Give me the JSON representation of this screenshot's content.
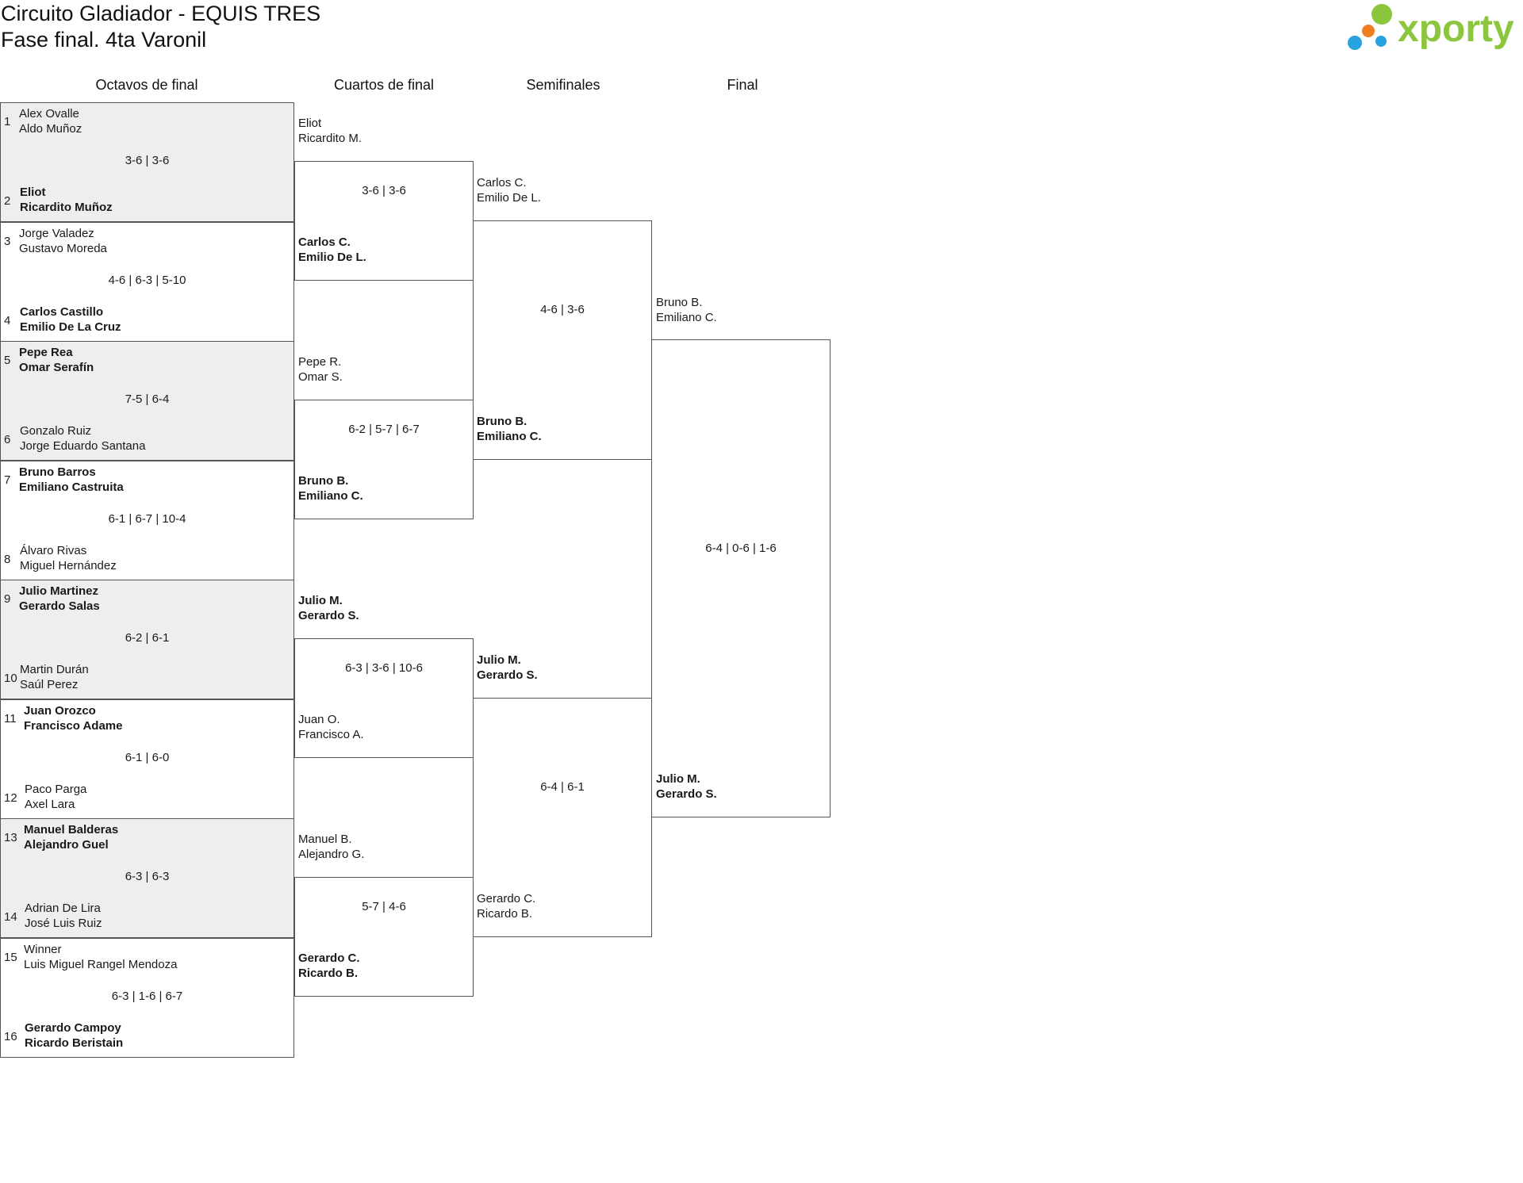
{
  "header": {
    "line1": "Circuito Gladiador - EQUIS TRES",
    "line2": "Fase final. 4ta Varonil",
    "logo_text": "xporty"
  },
  "colors": {
    "logo_green": "#8cc63e",
    "dot_blue": "#29a3e0",
    "dot_orange": "#ef7d22",
    "dot_green": "#8cc63e",
    "shade": "#eeeeee"
  },
  "rounds": [
    "Octavos de final",
    "Cuartos de final",
    "Semifinales",
    "Final"
  ],
  "octavos": [
    {
      "seed_top": "1",
      "seed_bottom": "2",
      "top": [
        "Alex Ovalle",
        "Aldo Muñoz"
      ],
      "bottom": [
        "Eliot",
        "Ricardito Muñoz"
      ],
      "winner": "bottom",
      "score": "3-6 | 3-6"
    },
    {
      "seed_top": "3",
      "seed_bottom": "4",
      "top": [
        "Jorge Valadez",
        "Gustavo Moreda"
      ],
      "bottom": [
        "Carlos Castillo",
        "Emilio De La Cruz"
      ],
      "winner": "bottom",
      "score": "4-6 | 6-3 | 5-10"
    },
    {
      "seed_top": "5",
      "seed_bottom": "6",
      "top": [
        "Pepe Rea",
        "Omar Serafín"
      ],
      "bottom": [
        "Gonzalo Ruiz",
        "Jorge Eduardo Santana"
      ],
      "winner": "top",
      "score": "7-5 | 6-4"
    },
    {
      "seed_top": "7",
      "seed_bottom": "8",
      "top": [
        "Bruno Barros",
        "Emiliano Castruita"
      ],
      "bottom": [
        "Álvaro Rivas",
        "Miguel Hernández"
      ],
      "winner": "top",
      "score": "6-1 | 6-7 | 10-4"
    },
    {
      "seed_top": "9",
      "seed_bottom": "10",
      "top": [
        "Julio Martinez",
        "Gerardo Salas"
      ],
      "bottom": [
        "Martin Durán",
        "Saúl Perez"
      ],
      "winner": "top",
      "score": "6-2 | 6-1"
    },
    {
      "seed_top": "11",
      "seed_bottom": "12",
      "top": [
        "Juan Orozco",
        "Francisco Adame"
      ],
      "bottom": [
        "Paco Parga",
        "Axel Lara"
      ],
      "winner": "top",
      "score": "6-1 | 6-0"
    },
    {
      "seed_top": "13",
      "seed_bottom": "14",
      "top": [
        "Manuel Balderas",
        "Alejandro Guel"
      ],
      "bottom": [
        "Adrian De Lira",
        "José Luis Ruiz"
      ],
      "winner": "top",
      "score": "6-3 | 6-3"
    },
    {
      "seed_top": "15",
      "seed_bottom": "16",
      "top": [
        "Winner",
        "Luis Miguel Rangel Mendoza"
      ],
      "bottom": [
        "Gerardo Campoy",
        "Ricardo Beristain"
      ],
      "winner": "bottom",
      "score": "6-3 | 1-6 | 6-7"
    }
  ],
  "cuartos": [
    {
      "top": [
        "Eliot",
        "Ricardito M."
      ],
      "bottom": [
        "Carlos C.",
        "Emilio De L."
      ],
      "winner": "bottom",
      "score": "3-6 | 3-6"
    },
    {
      "top": [
        "Pepe R.",
        "Omar S."
      ],
      "bottom": [
        "Bruno B.",
        "Emiliano C."
      ],
      "winner": "bottom",
      "score": "6-2 | 5-7 | 6-7"
    },
    {
      "top": [
        "Julio M.",
        "Gerardo S."
      ],
      "bottom": [
        "Juan O.",
        "Francisco A."
      ],
      "winner": "top",
      "score": "6-3 | 3-6 | 10-6"
    },
    {
      "top": [
        "Manuel B.",
        "Alejandro G."
      ],
      "bottom": [
        "Gerardo C.",
        "Ricardo B."
      ],
      "winner": "bottom",
      "score": "5-7 | 4-6"
    }
  ],
  "semis": [
    {
      "top": [
        "Carlos C.",
        "Emilio De L."
      ],
      "bottom": [
        "Bruno B.",
        "Emiliano C."
      ],
      "winner": "bottom",
      "score": "4-6 | 3-6"
    },
    {
      "top": [
        "Julio M.",
        "Gerardo S."
      ],
      "bottom": [
        "Gerardo C.",
        "Ricardo B."
      ],
      "winner": "top",
      "score": "6-4 | 6-1"
    }
  ],
  "final": [
    {
      "top": [
        "Bruno B.",
        "Emiliano C."
      ],
      "bottom": [
        "Julio M.",
        "Gerardo S."
      ],
      "winner": "bottom",
      "score": "6-4 | 0-6 | 1-6"
    }
  ]
}
